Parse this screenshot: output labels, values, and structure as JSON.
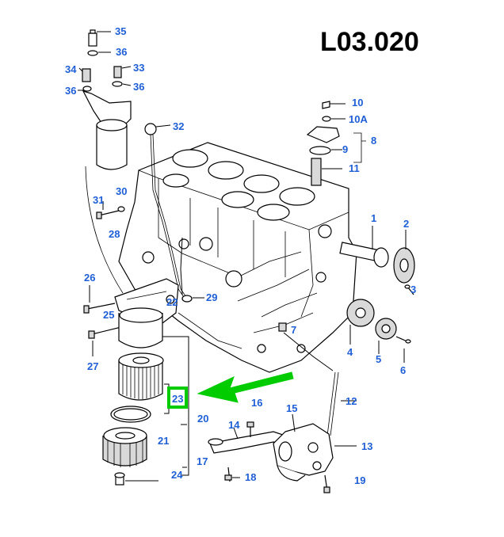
{
  "diagram": {
    "title": "L03.020",
    "callouts": [
      "35",
      "36",
      "34",
      "33",
      "36",
      "36",
      "32",
      "10",
      "10A",
      "8",
      "9",
      "11",
      "31",
      "30",
      "28",
      "1",
      "2",
      "26",
      "3",
      "29",
      "25",
      "22",
      "7",
      "4",
      "5",
      "6",
      "27",
      "23",
      "20",
      "12",
      "16",
      "15",
      "14",
      "13",
      "21",
      "17",
      "24",
      "18",
      "19"
    ],
    "highlight_color": "#00cc00",
    "label_color": "#1f5fd6"
  }
}
